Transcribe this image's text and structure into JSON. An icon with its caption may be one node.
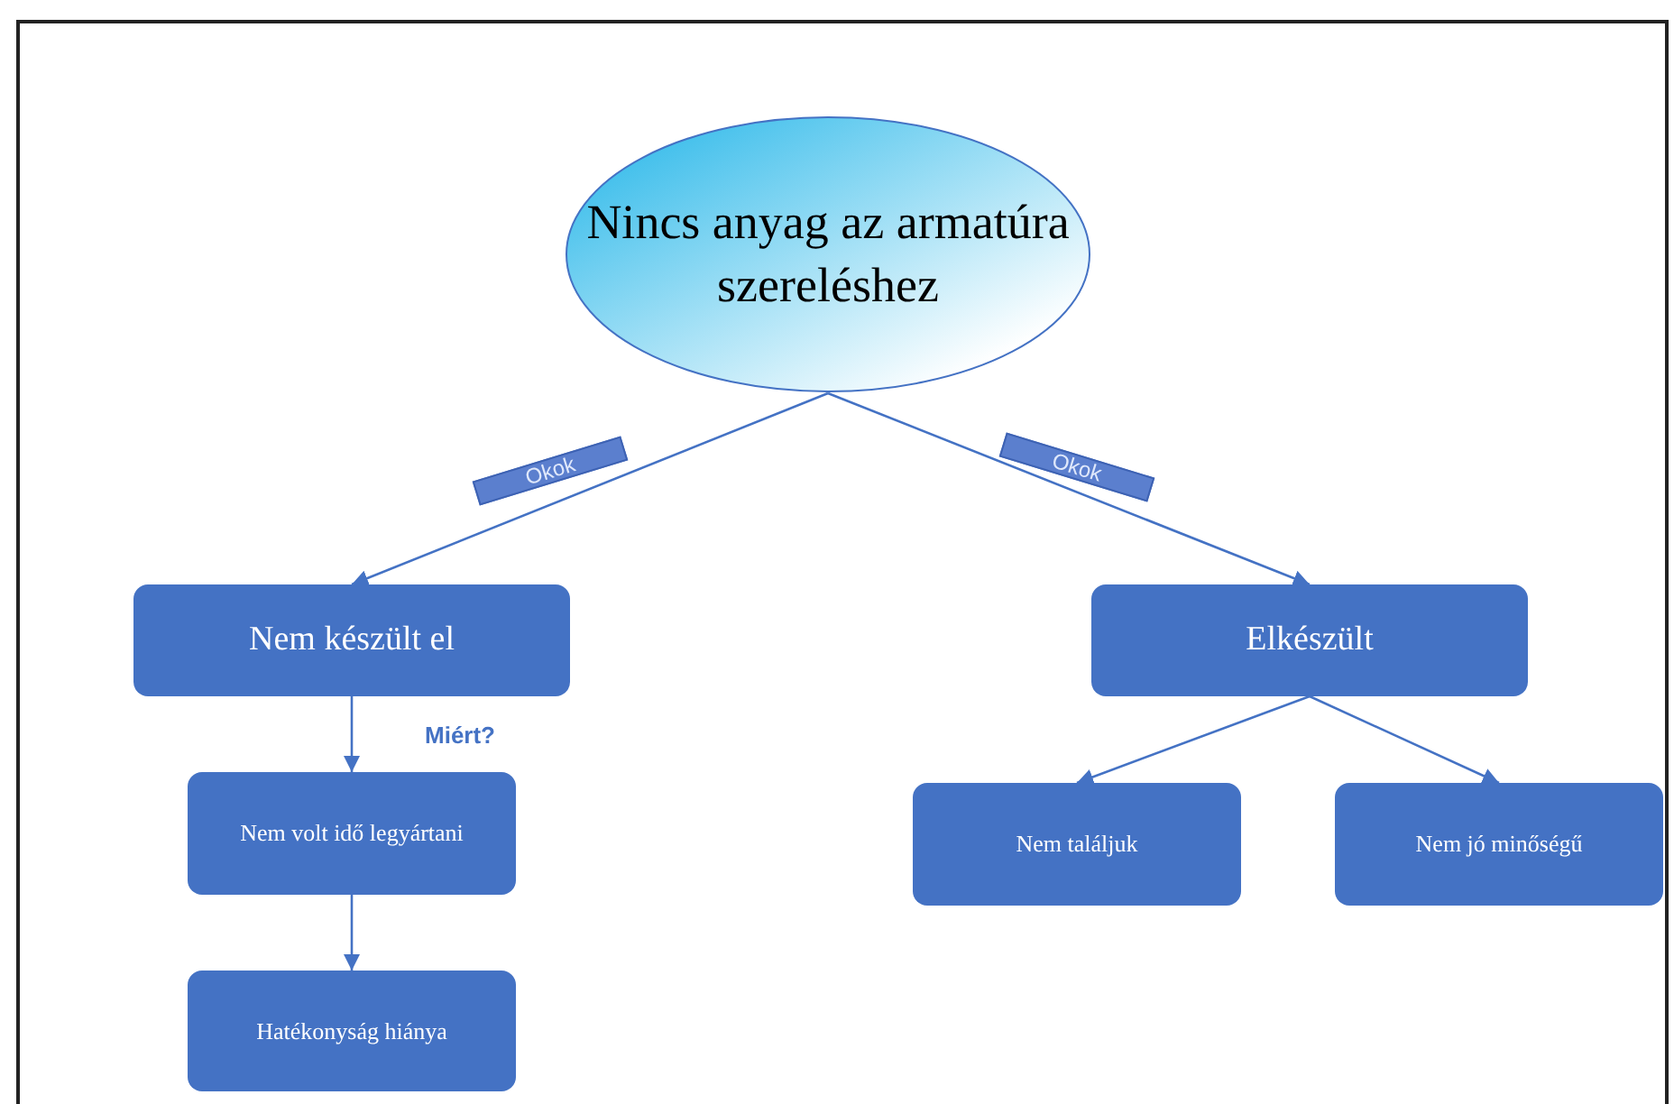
{
  "diagram": {
    "nodes": [
      {
        "text": [
          "Nincs anyag az armatúra szereléshez"
        ]
      },
      {
        "text": [
          "Nem készült el"
        ]
      },
      {
        "text": [
          "Elkészült"
        ]
      },
      {
        "text": [
          "Nem volt idő legyártani"
        ]
      },
      {
        "text": [
          "Hatékonyság hiánya"
        ]
      },
      {
        "text": [
          "Nem találjuk"
        ]
      },
      {
        "text": [
          "Nem jó minőségű"
        ]
      }
    ],
    "edges": [
      {
        "from": 0,
        "to": 1,
        "arrow": "to",
        "label": "Okok"
      },
      {
        "from": 0,
        "to": 2,
        "arrow": "to",
        "label": "Okok"
      },
      {
        "from": 1,
        "to": 3,
        "arrow": "to",
        "label": "Miért?"
      },
      {
        "from": 3,
        "to": 4,
        "arrow": "to"
      },
      {
        "from": 2,
        "to": 5,
        "arrow": "to"
      },
      {
        "from": 2,
        "to": 6,
        "arrow": "to"
      }
    ]
  }
}
